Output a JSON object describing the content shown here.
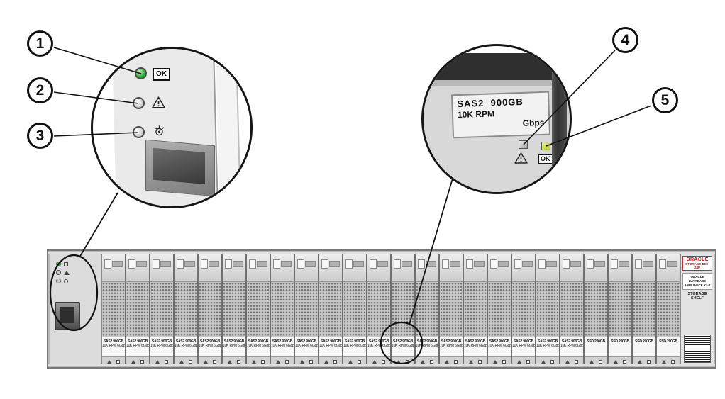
{
  "figure": {
    "callouts": [
      "1",
      "2",
      "3",
      "4",
      "5"
    ]
  },
  "panel_detail": {
    "ok_label": "OK",
    "icons": {
      "ok": "ok-label-box",
      "service_required": "warning-triangle",
      "locate": "locator-beacon"
    }
  },
  "drive_detail": {
    "label_lines": [
      "SAS2  900GB",
      "10K RPM",
      "Gbps"
    ],
    "ok_label": "OK",
    "icons": {
      "fault": "warning-triangle",
      "ok": "ok-label-box"
    }
  },
  "shelf": {
    "right_cap": {
      "brand": "ORACLE",
      "model": "STORAGE DE2-24P",
      "system": "ORACLE DATABASE APPLIANCE X3-2",
      "caption": "STORAGE SHELF"
    },
    "drives": [
      {
        "type": "hdd",
        "label1": "SAS2 900GB",
        "label2": "10K RPM 6Gbps"
      },
      {
        "type": "hdd",
        "label1": "SAS2 900GB",
        "label2": "10K RPM 6Gbps"
      },
      {
        "type": "hdd",
        "label1": "SAS2 900GB",
        "label2": "10K RPM 6Gbps"
      },
      {
        "type": "hdd",
        "label1": "SAS2 900GB",
        "label2": "10K RPM 6Gbps"
      },
      {
        "type": "hdd",
        "label1": "SAS2 900GB",
        "label2": "10K RPM 6Gbps"
      },
      {
        "type": "hdd",
        "label1": "SAS2 900GB",
        "label2": "10K RPM 6Gbps"
      },
      {
        "type": "hdd",
        "label1": "SAS2 900GB",
        "label2": "10K RPM 6Gbps"
      },
      {
        "type": "hdd",
        "label1": "SAS2 900GB",
        "label2": "10K RPM 6Gbps"
      },
      {
        "type": "hdd",
        "label1": "SAS2 900GB",
        "label2": "10K RPM 6Gbps"
      },
      {
        "type": "hdd",
        "label1": "SAS2 900GB",
        "label2": "10K RPM 6Gbps"
      },
      {
        "type": "hdd",
        "label1": "SAS2 900GB",
        "label2": "10K RPM 6Gbps"
      },
      {
        "type": "hdd",
        "label1": "SAS2 900GB",
        "label2": "10K RPM 6Gbps"
      },
      {
        "type": "hdd",
        "label1": "SAS2 900GB",
        "label2": "10K RPM 6Gbps"
      },
      {
        "type": "hdd",
        "label1": "SAS2 900GB",
        "label2": "10K RPM 6Gbps"
      },
      {
        "type": "hdd",
        "label1": "SAS2 900GB",
        "label2": "10K RPM 6Gbps"
      },
      {
        "type": "hdd",
        "label1": "SAS2 900GB",
        "label2": "10K RPM 6Gbps"
      },
      {
        "type": "hdd",
        "label1": "SAS2 900GB",
        "label2": "10K RPM 6Gbps"
      },
      {
        "type": "hdd",
        "label1": "SAS2 900GB",
        "label2": "10K RPM 6Gbps"
      },
      {
        "type": "hdd",
        "label1": "SAS2 900GB",
        "label2": "10K RPM 6Gbps"
      },
      {
        "type": "hdd",
        "label1": "SAS2 900GB",
        "label2": "10K RPM 6Gbps"
      },
      {
        "type": "ssd",
        "label1": "SSD 200GB",
        "label2": ""
      },
      {
        "type": "ssd",
        "label1": "SSD 200GB",
        "label2": ""
      },
      {
        "type": "ssd",
        "label1": "SSD 200GB",
        "label2": ""
      },
      {
        "type": "ssd",
        "label1": "SSD 200GB",
        "label2": ""
      }
    ]
  },
  "colors": {
    "led_green": "#41b549",
    "led_ok_yellow": "#c5d23e",
    "led_gray": "#cfcfcf",
    "oracle_red": "#f80000",
    "line_black": "#111111"
  }
}
